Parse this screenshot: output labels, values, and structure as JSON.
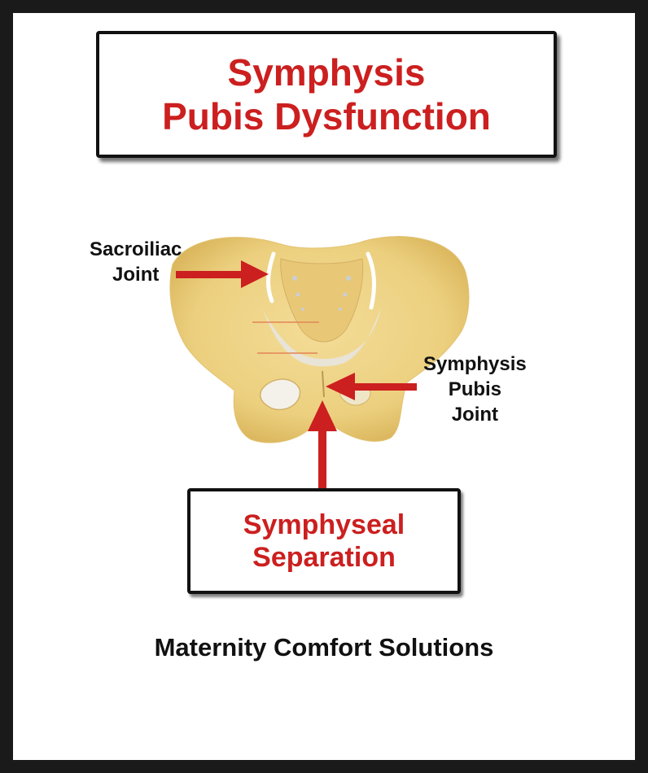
{
  "title": {
    "line1": "Symphysis",
    "line2": "Pubis Dysfunction"
  },
  "labels": {
    "sacroiliac_line1": "Sacroiliac",
    "sacroiliac_line2": "Joint",
    "symphysis_line1": "Symphysis",
    "symphysis_line2": "Pubis",
    "symphysis_line3": "Joint"
  },
  "callout": {
    "line1": "Symphyseal",
    "line2": "Separation"
  },
  "footer": "Maternity Comfort Solutions",
  "colors": {
    "accent": "#cc1f1f",
    "bone": "#f0d488",
    "bone_shade": "#d9b45a",
    "frame": "#1a1a1a"
  }
}
